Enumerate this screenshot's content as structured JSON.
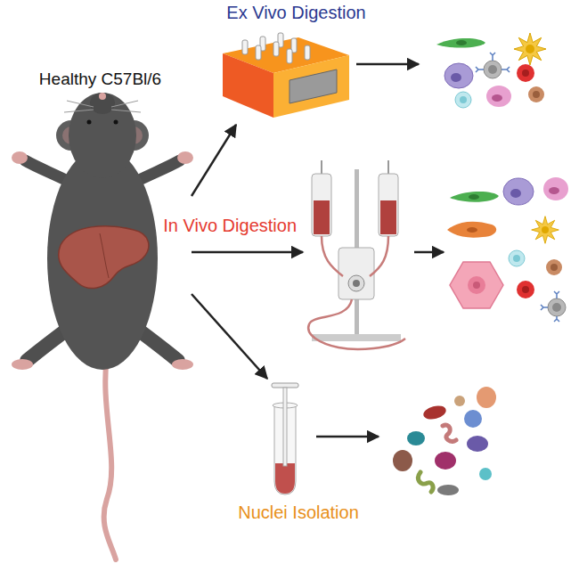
{
  "diagram": {
    "nodes": [
      {
        "text": [
          "Healthy C57Bl/6"
        ]
      },
      {
        "text": [
          "Ex Vivo Digestion"
        ]
      },
      {
        "text": [
          "In Vivo Digestion"
        ]
      },
      {
        "text": [
          "Nuclei Isolation"
        ]
      }
    ],
    "edges": [
      {
        "from": 0,
        "to": 1,
        "arrow": "to"
      },
      {
        "from": 0,
        "to": 2,
        "arrow": "to"
      },
      {
        "from": 0,
        "to": 3,
        "arrow": "to"
      }
    ]
  }
}
